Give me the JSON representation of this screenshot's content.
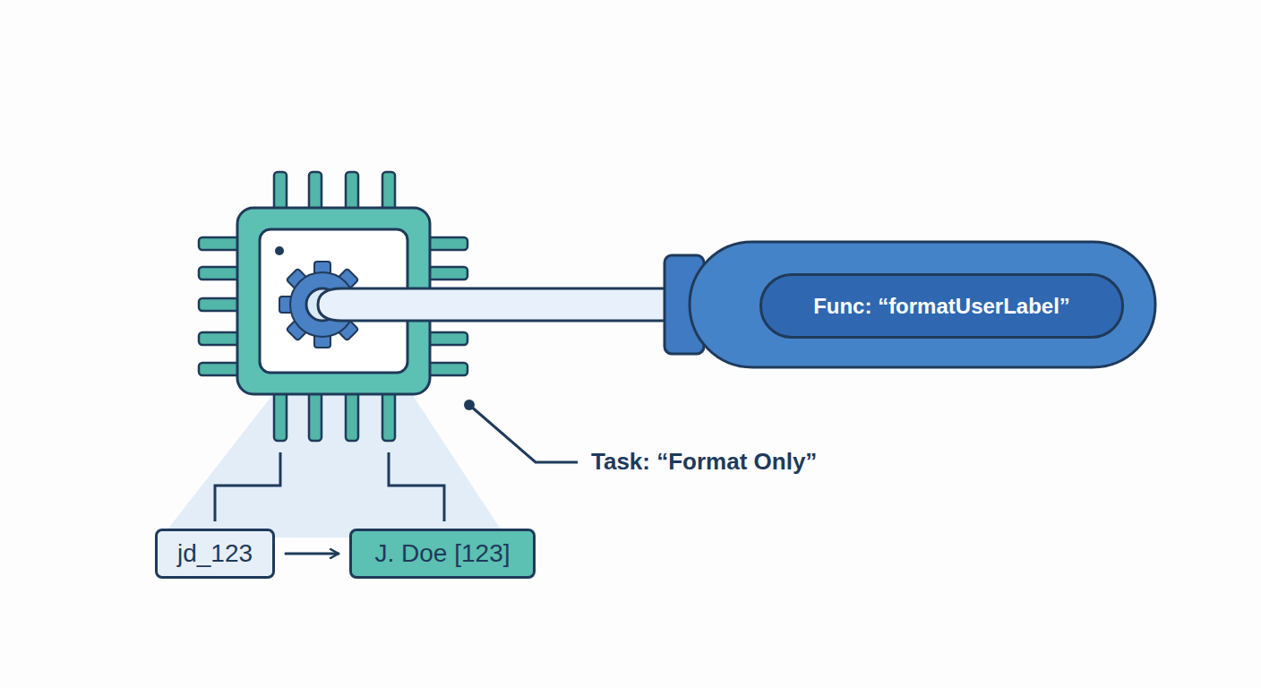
{
  "diagram": {
    "nodes": [
      {
        "text": [
          "Func: “formatUserLabel”"
        ]
      },
      {
        "text": [
          "jd_123"
        ]
      },
      {
        "text": [
          "J. Doe [123]"
        ]
      }
    ],
    "edges": [
      {
        "from": 1,
        "to": 2,
        "arrow": "to"
      }
    ],
    "labels": [
      "Task: “Format Only”"
    ]
  }
}
